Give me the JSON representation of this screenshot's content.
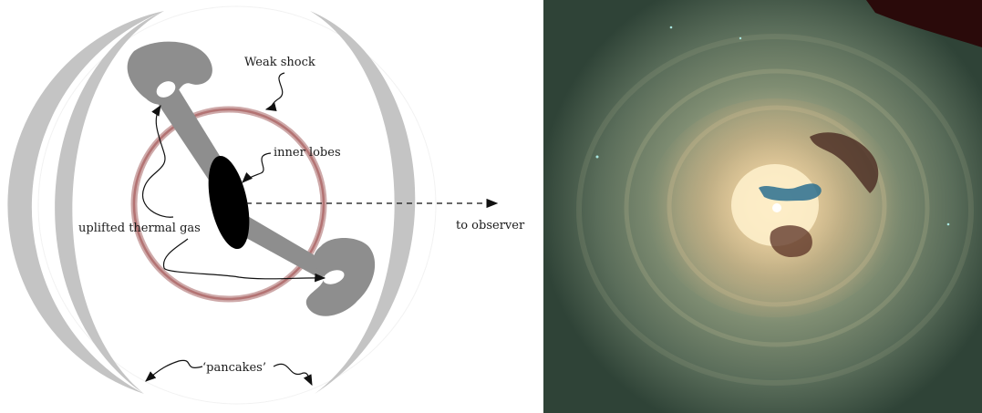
{
  "schematic": {
    "labels": {
      "weak_shock": "Weak shock",
      "inner_lobes": "inner lobes",
      "uplifted_thermal_gas": "uplifted thermal gas",
      "to_observer": "to observer",
      "pancakes": "‘pancakes’"
    }
  }
}
